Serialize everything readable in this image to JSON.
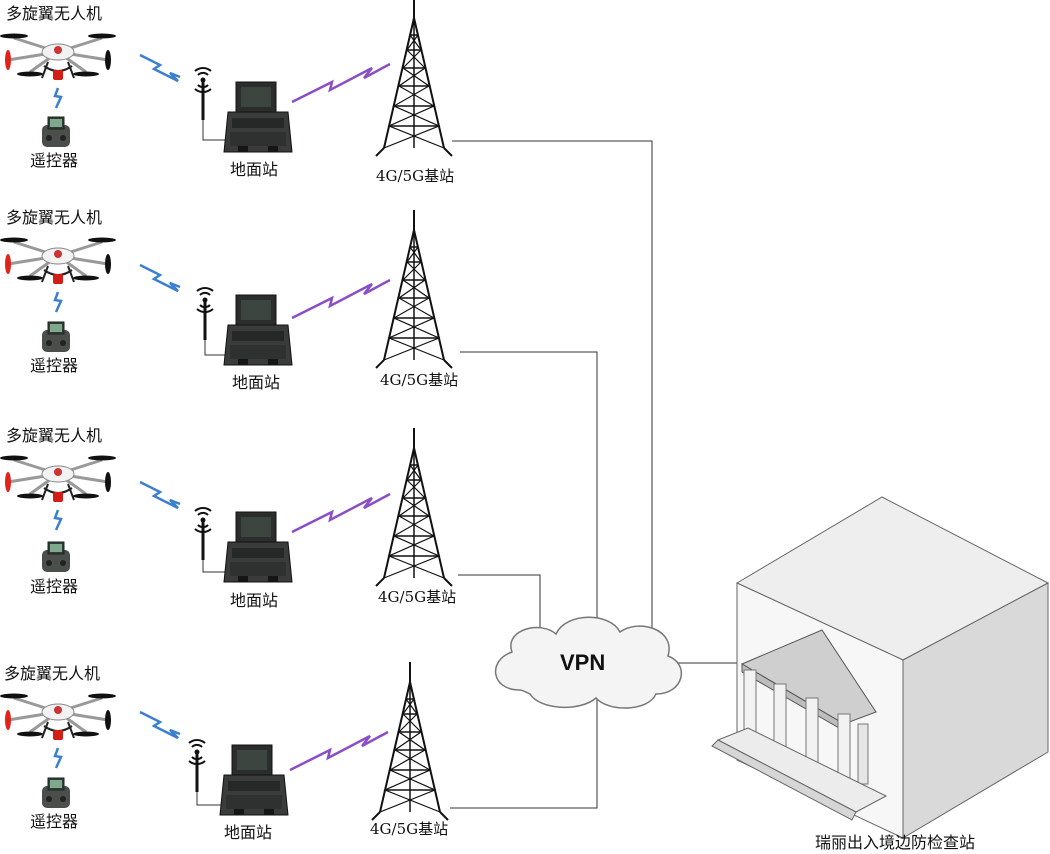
{
  "rows": [
    {
      "drone_label": "多旋翼无人机",
      "controller_label": "遥控器",
      "ground_label": "地面站",
      "tower_label": "4G/5G基站"
    },
    {
      "drone_label": "多旋翼无人机",
      "controller_label": "遥控器",
      "ground_label": "地面站",
      "tower_label": "4G/5G基站"
    },
    {
      "drone_label": "多旋翼无人机",
      "controller_label": "遥控器",
      "ground_label": "地面站",
      "tower_label": "4G/5G基站"
    },
    {
      "drone_label": "多旋翼无人机",
      "controller_label": "遥控器",
      "ground_label": "地面站",
      "tower_label": "4G/5G基站"
    }
  ],
  "network": {
    "label": "VPN"
  },
  "destination": {
    "label": "瑞丽出入境边防检查站"
  },
  "colors": {
    "drone_link": "#3a7fd0",
    "tower_link": "#8a4fc6",
    "line": "#333333",
    "propeller": "#e0241b"
  },
  "icons": [
    "drone-icon",
    "remote-controller-icon",
    "antenna-icon",
    "ground-station-case-icon",
    "cell-tower-icon",
    "vpn-cloud-icon",
    "building-icon"
  ]
}
